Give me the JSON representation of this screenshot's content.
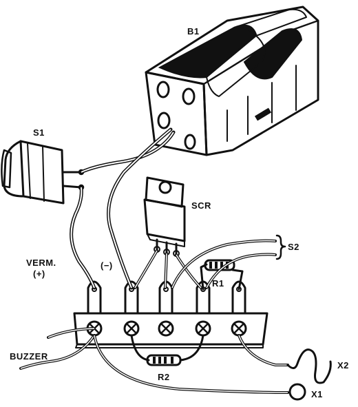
{
  "labels": {
    "battery": "B1",
    "switch": "S1",
    "scr": "SCR",
    "s2": "S2",
    "r1": "R1",
    "r2": "R2",
    "verm": "VERM.",
    "plus": "(+)",
    "minus": "(−)",
    "buzzer": "BUZZER",
    "x1": "X1",
    "x2": "X2"
  },
  "colors": {
    "ink": "#111111",
    "paper": "#ffffff"
  }
}
